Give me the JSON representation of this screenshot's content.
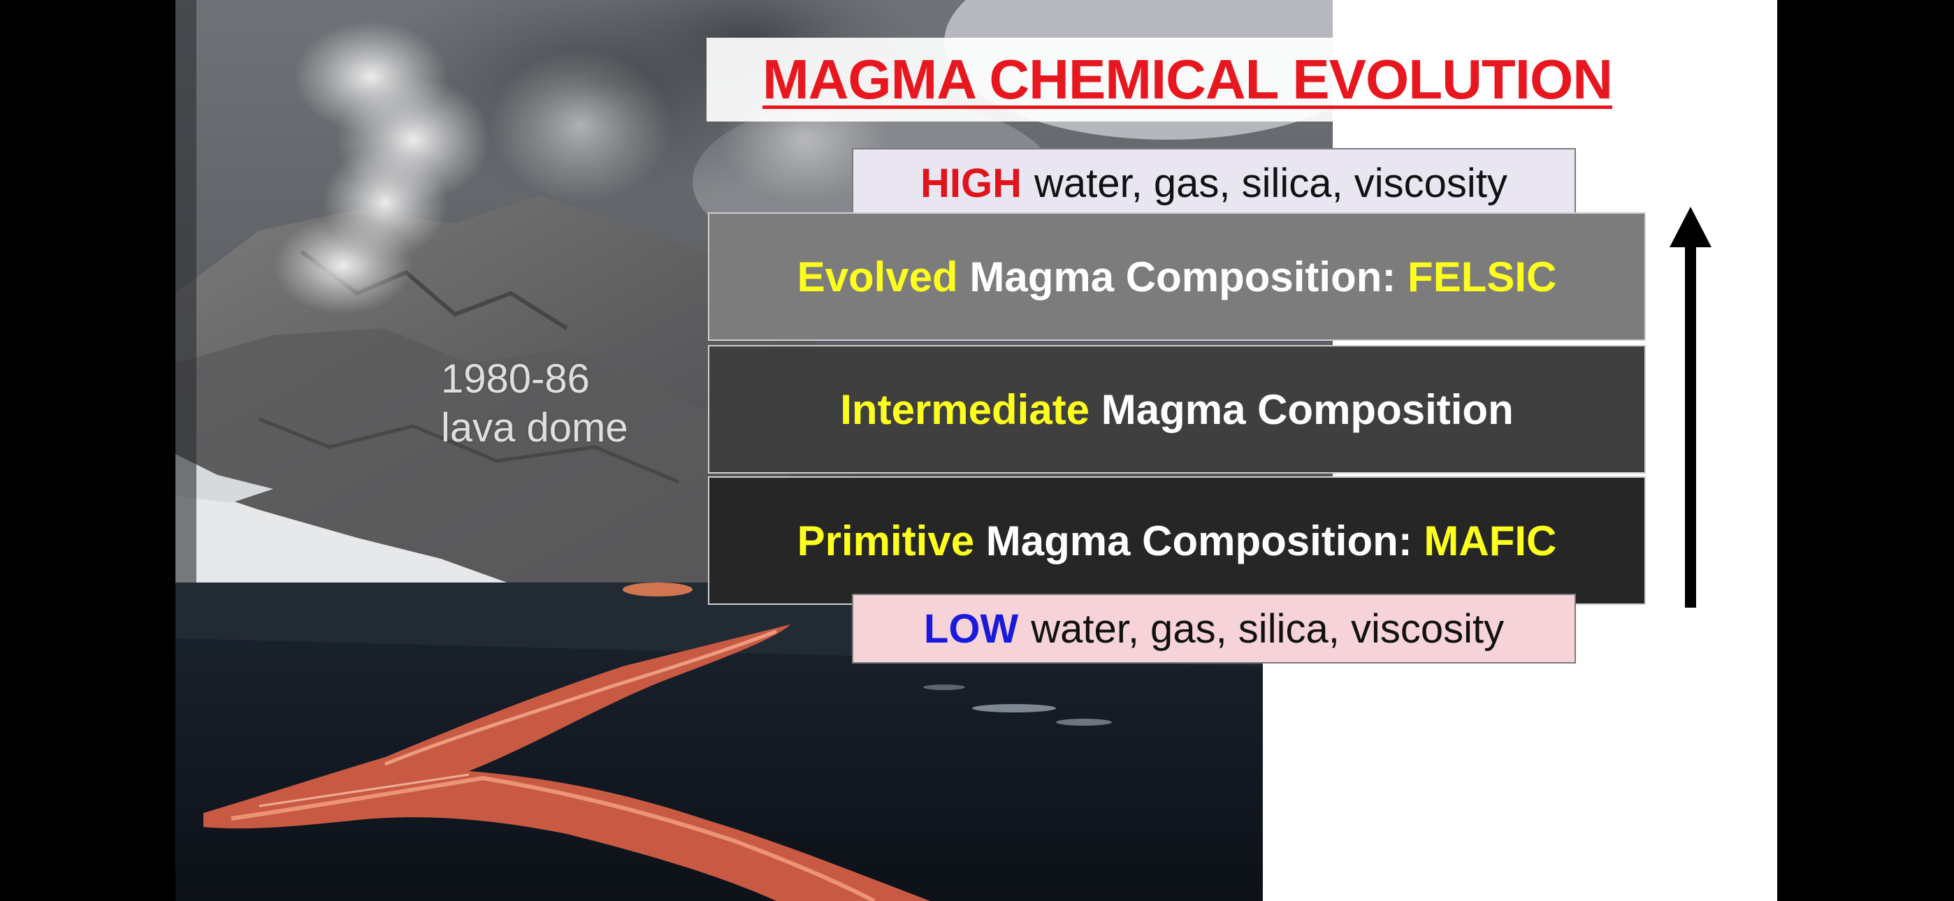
{
  "slide": {
    "title": "MAGMA CHEMICAL EVOLUTION",
    "photo_caption": "1980-86\nlava dome",
    "high_label": {
      "keyword": "HIGH",
      "rest": "water, gas, silica, viscosity"
    },
    "low_label": {
      "keyword": "LOW",
      "rest": "water, gas, silica, viscosity"
    },
    "bars": {
      "felsic": {
        "highlight": "Evolved",
        "text": " Magma Composition: ",
        "suffix": "FELSIC"
      },
      "intermediate": {
        "highlight": "Intermediate",
        "text": " Magma Composition",
        "suffix": ""
      },
      "mafic": {
        "highlight": "Primitive",
        "text": " Magma Composition: ",
        "suffix": "MAFIC"
      }
    },
    "arrow_direction": "up",
    "colors": {
      "title": "#e8171f",
      "high_keyword": "#e0141c",
      "low_keyword": "#1a1adc",
      "bar_highlight": "#ffff1e"
    }
  }
}
